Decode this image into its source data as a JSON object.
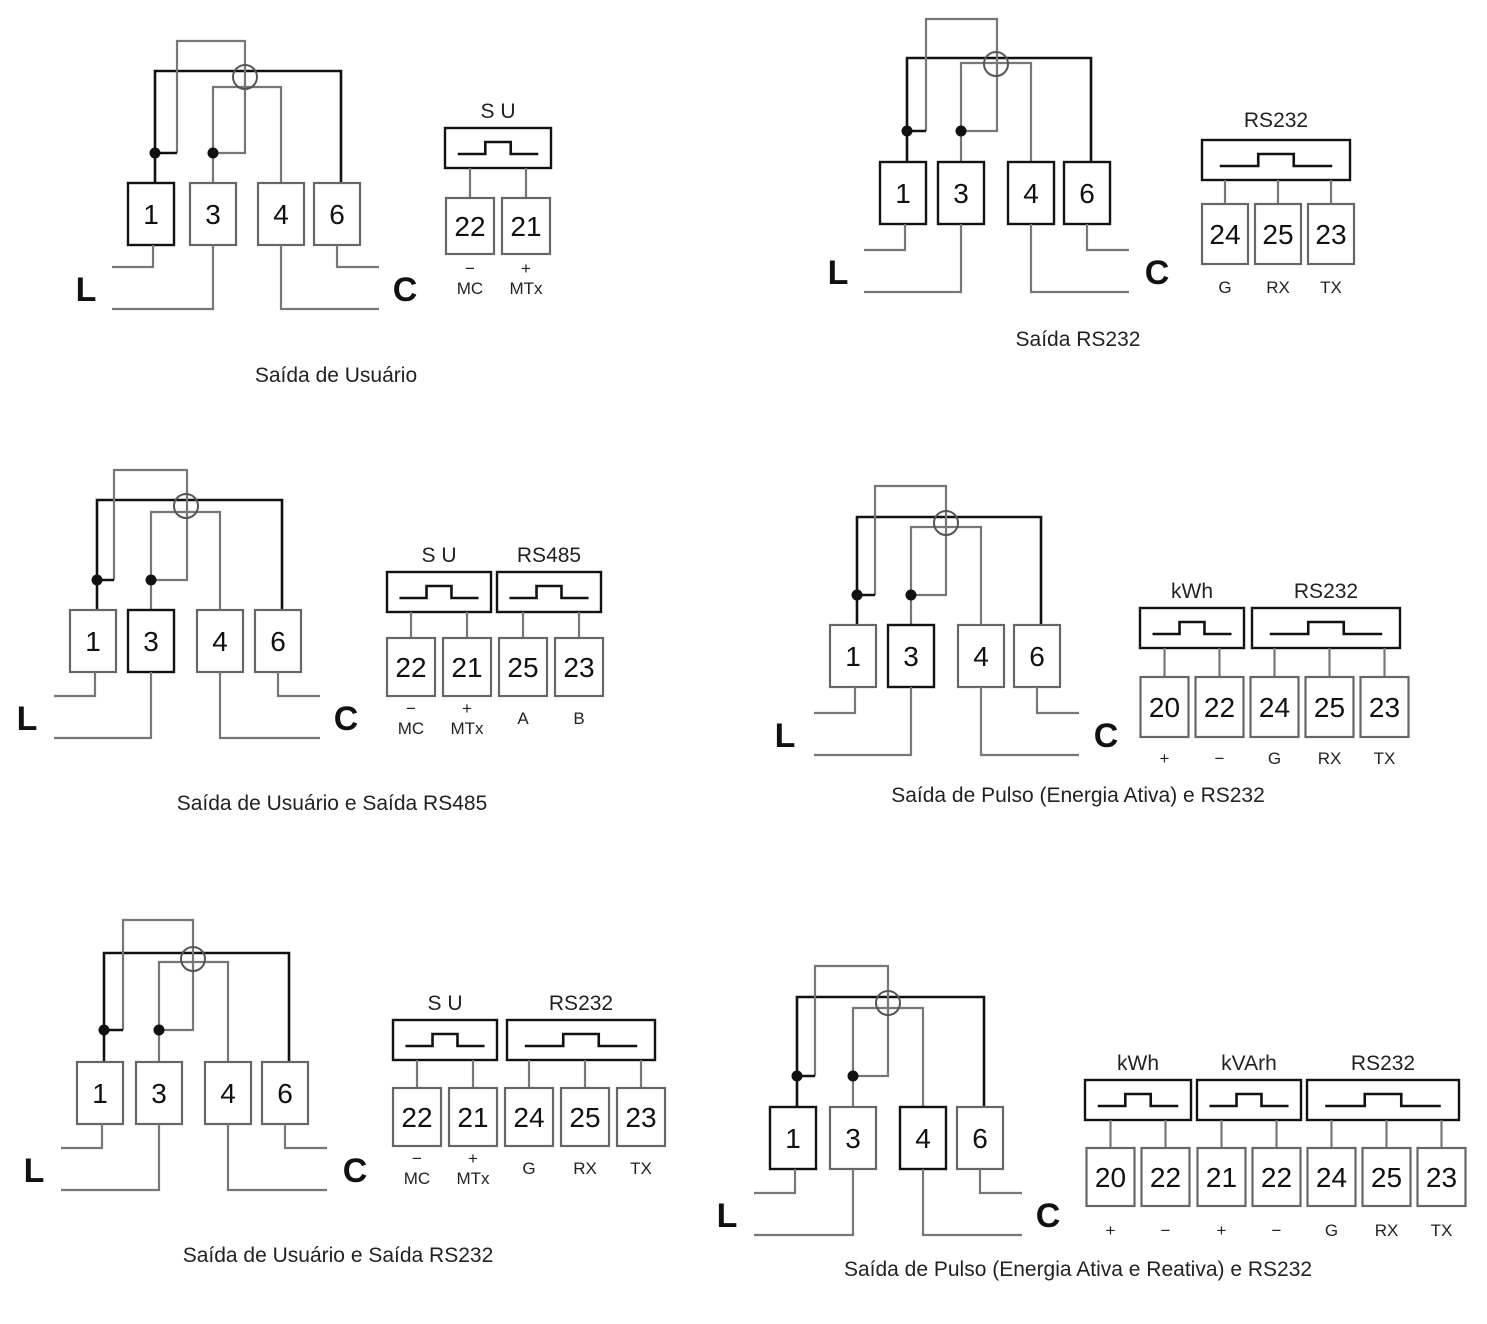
{
  "diagrams": [
    {
      "caption": "Saída de Usuário",
      "meter": {
        "terminals": [
          "1",
          "3",
          "4",
          "6"
        ],
        "line_label": "L",
        "load_label": "C"
      },
      "output_groups": [
        {
          "label": "S   U",
          "terminals": [
            {
              "num": "22",
              "label": "−\nMC"
            },
            {
              "num": "21",
              "label": "+\nMTx"
            }
          ]
        }
      ]
    },
    {
      "caption": "Saída RS232",
      "meter": {
        "terminals": [
          "1",
          "3",
          "4",
          "6"
        ],
        "line_label": "L",
        "load_label": "C"
      },
      "output_groups": [
        {
          "label": "RS232",
          "terminals": [
            {
              "num": "24",
              "label": "G"
            },
            {
              "num": "25",
              "label": "RX"
            },
            {
              "num": "23",
              "label": "TX"
            }
          ]
        }
      ]
    },
    {
      "caption": "Saída de Usuário e Saída RS485",
      "meter": {
        "terminals": [
          "1",
          "3",
          "4",
          "6"
        ],
        "line_label": "L",
        "load_label": "C"
      },
      "output_groups": [
        {
          "label": "S   U",
          "terminals": [
            {
              "num": "22",
              "label": "−\nMC"
            },
            {
              "num": "21",
              "label": "+\nMTx"
            }
          ]
        },
        {
          "label": "RS485",
          "terminals": [
            {
              "num": "25",
              "label": "A"
            },
            {
              "num": "23",
              "label": "B"
            }
          ]
        }
      ]
    },
    {
      "caption": "Saída de Pulso (Energia Ativa) e RS232",
      "meter": {
        "terminals": [
          "1",
          "3",
          "4",
          "6"
        ],
        "line_label": "L",
        "load_label": "C"
      },
      "output_groups": [
        {
          "label": "kWh",
          "terminals": [
            {
              "num": "20",
              "label": "+"
            },
            {
              "num": "22",
              "label": "−"
            }
          ]
        },
        {
          "label": "RS232",
          "terminals": [
            {
              "num": "24",
              "label": "G"
            },
            {
              "num": "25",
              "label": "RX"
            },
            {
              "num": "23",
              "label": "TX"
            }
          ]
        }
      ]
    },
    {
      "caption": "Saída de Usuário e Saída RS232",
      "meter": {
        "terminals": [
          "1",
          "3",
          "4",
          "6"
        ],
        "line_label": "L",
        "load_label": "C"
      },
      "output_groups": [
        {
          "label": "S   U",
          "terminals": [
            {
              "num": "22",
              "label": "−\nMC"
            },
            {
              "num": "21",
              "label": "+\nMTx"
            }
          ]
        },
        {
          "label": "RS232",
          "terminals": [
            {
              "num": "24",
              "label": "G"
            },
            {
              "num": "25",
              "label": "RX"
            },
            {
              "num": "23",
              "label": "TX"
            }
          ]
        }
      ]
    },
    {
      "caption": "Saída de Pulso (Energia Ativa e Reativa) e RS232",
      "meter": {
        "terminals": [
          "1",
          "3",
          "4",
          "6"
        ],
        "line_label": "L",
        "load_label": "C"
      },
      "output_groups": [
        {
          "label": "kWh",
          "terminals": [
            {
              "num": "20",
              "label": "+"
            },
            {
              "num": "22",
              "label": "−"
            }
          ]
        },
        {
          "label": "kVArh",
          "terminals": [
            {
              "num": "21",
              "label": "+"
            },
            {
              "num": "22",
              "label": "−"
            }
          ]
        },
        {
          "label": "RS232",
          "terminals": [
            {
              "num": "24",
              "label": "G"
            },
            {
              "num": "25",
              "label": "RX"
            },
            {
              "num": "23",
              "label": "TX"
            }
          ]
        }
      ]
    }
  ]
}
